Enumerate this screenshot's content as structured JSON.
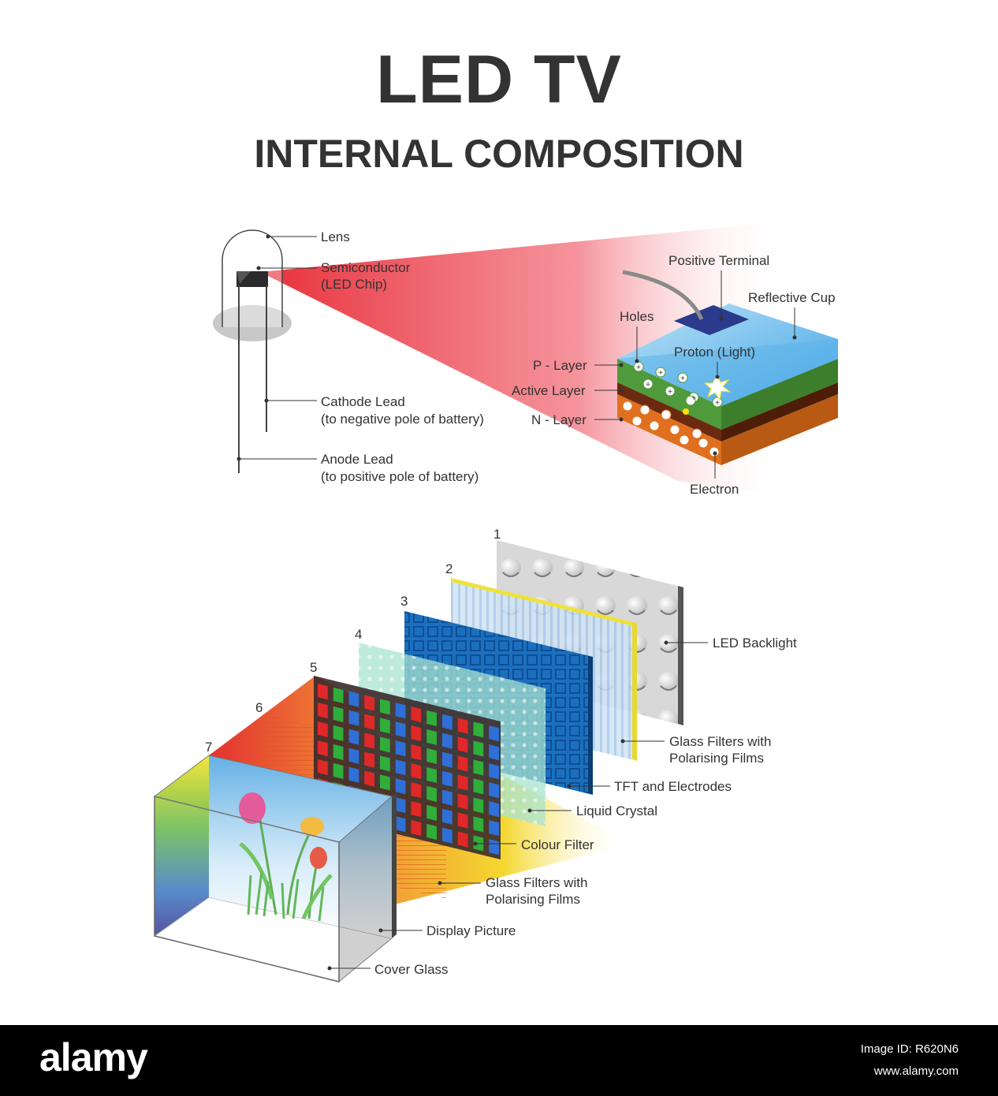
{
  "title": "LED TV",
  "subtitle": "INTERNAL COMPOSITION",
  "led_labels": {
    "lens": "Lens",
    "semiconductor_1": "Semiconductor",
    "semiconductor_2": "(LED Chip)",
    "cathode_1": "Cathode Lead",
    "cathode_2": "(to negative pole of battery)",
    "anode_1": "Anode Lead",
    "anode_2": "(to positive pole of battery)"
  },
  "chip_labels": {
    "positive_terminal": "Positive Terminal",
    "reflective_cup": "Reflective Cup",
    "holes": "Holes",
    "proton": "Proton (Light)",
    "p_layer": "P - Layer",
    "active_layer": "Active Layer",
    "n_layer": "N - Layer",
    "electron": "Electron"
  },
  "layers": [
    {
      "number": "1",
      "label": "LED Backlight"
    },
    {
      "number": "2",
      "label_1": "Glass Filters with",
      "label_2": "Polarising Films"
    },
    {
      "number": "3",
      "label": "TFT and Electrodes"
    },
    {
      "number": "4",
      "label": "Liquid Crystal"
    },
    {
      "number": "5",
      "label": "Colour Filter"
    },
    {
      "number": "6",
      "label_1": "Glass Filters with",
      "label_2": "Polarising Films"
    },
    {
      "number": "7",
      "label": "Display Picture"
    }
  ],
  "cover_glass": "Cover Glass",
  "footer": {
    "brand": "alamy",
    "image_id": "Image ID: R620N6",
    "url": "www.alamy.com"
  },
  "colors": {
    "title": "#333333",
    "beam": "#e8303a",
    "p_layer": "#4f9a3a",
    "active_layer": "#6b2a10",
    "n_layer": "#e07020",
    "cup_top": "#5ab2e8",
    "tft": "#1b6fbf"
  }
}
